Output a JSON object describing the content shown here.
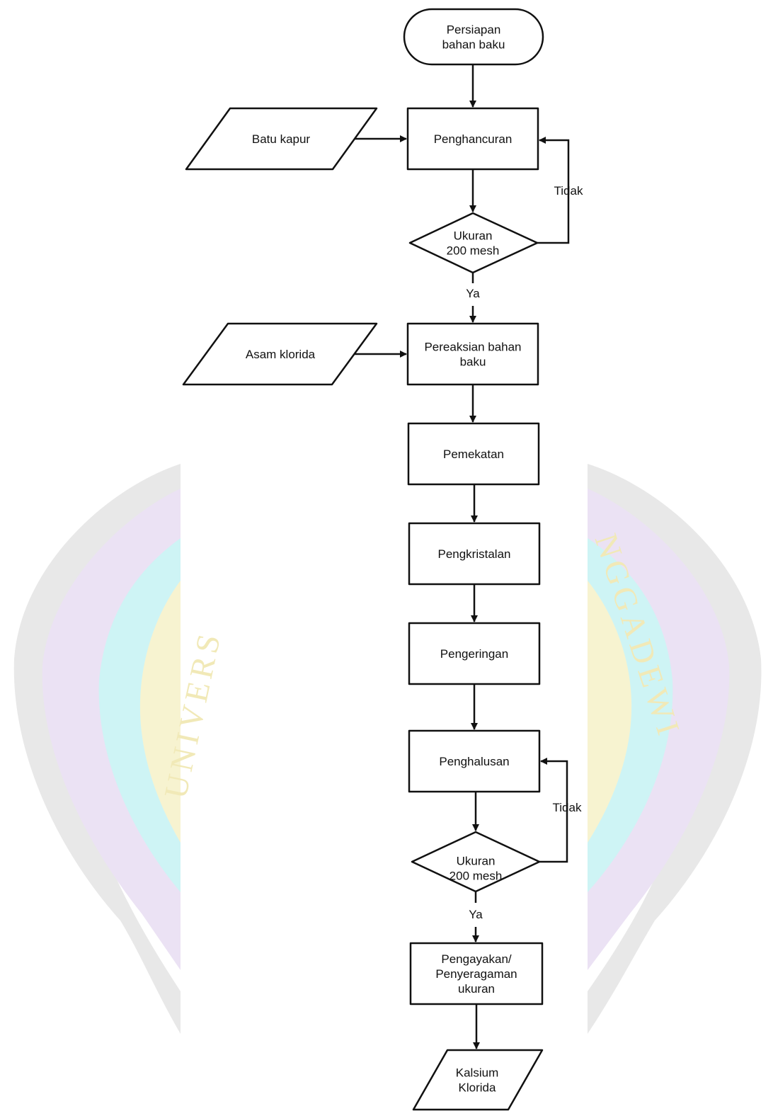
{
  "colors": {
    "line": "#111111",
    "background": "#ffffff",
    "watermark_purple": "#e9dff3",
    "watermark_cyan": "#c9f3f5",
    "watermark_yellow": "#f7f2cc",
    "watermark_gray": "#e6e6e6",
    "watermark_text": "#f0e7b0"
  },
  "watermark": {
    "text_left": "UNIVERS",
    "text_right": "NGGADEWI"
  },
  "nodes": {
    "start": "Persiapan\nbahan baku",
    "input_limestone": "Batu kapur",
    "crushing": "Penghancuran",
    "decision_1": "Ukuran\n200 mesh",
    "input_acid": "Asam klorida",
    "reaction": "Pereaksian bahan\nbaku",
    "concentration": "Pemekatan",
    "crystallization": "Pengkristalan",
    "drying": "Pengeringan",
    "grinding": "Penghalusan",
    "decision_2": "Ukuran\n200 mesh",
    "sieving": "Pengayakan/\nPenyeragaman\nukuran",
    "output": "Kalsium\nKlorida"
  },
  "edge_labels": {
    "no_1": "Tidak",
    "yes_1": "Ya",
    "no_2": "Tidak",
    "yes_2": "Ya"
  }
}
